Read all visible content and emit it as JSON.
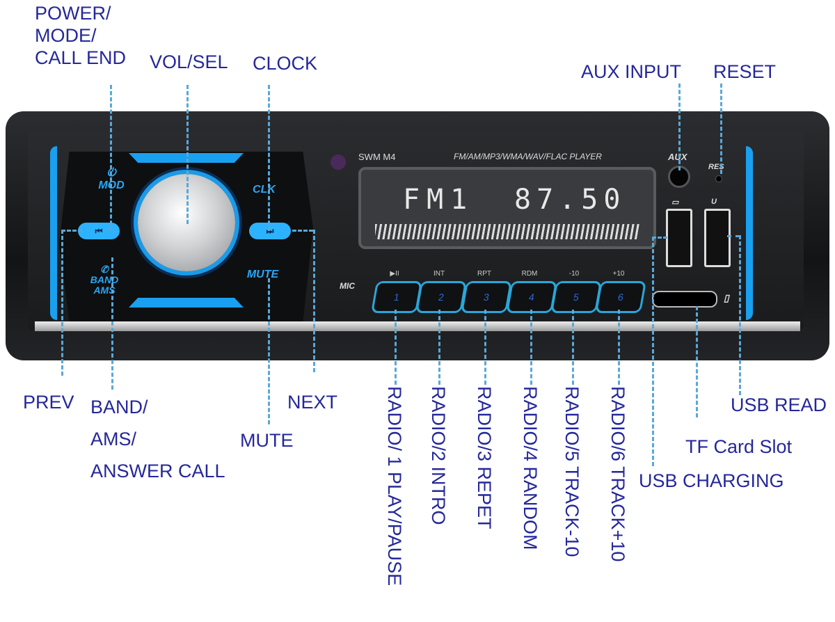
{
  "device": {
    "model": "SWM M4",
    "player_label": "FM/AM/MP3/WMA/WAV/FLAC  PLAYER",
    "display_band": "FM1",
    "display_freq": "87.50",
    "buttons": {
      "mod": "MOD",
      "clk": "CLK",
      "band": "BAND",
      "ams": "AMS",
      "mute": "MUTE",
      "prev": "⏮",
      "next": "⏭",
      "mic": "MIC",
      "aux": "AUX",
      "res": "RES",
      "usb_u": "U"
    },
    "preset_buttons": [
      {
        "num": "1",
        "top": "▶II"
      },
      {
        "num": "2",
        "top": "INT"
      },
      {
        "num": "3",
        "top": "RPT"
      },
      {
        "num": "4",
        "top": "RDM"
      },
      {
        "num": "5",
        "top": "-10"
      },
      {
        "num": "6",
        "top": "+10"
      }
    ],
    "accent_color": "#19a0f0"
  },
  "callouts": {
    "power": [
      "POWER/",
      "MODE/",
      "CALL END"
    ],
    "vol": "VOL/SEL",
    "clock": "CLOCK",
    "aux": "AUX INPUT",
    "reset": "RESET",
    "prev": "PREV",
    "band": [
      "BAND/",
      "AMS/",
      "ANSWER CALL"
    ],
    "mute": "MUTE",
    "next": "NEXT",
    "radio": [
      "RADIO/ 1  PLAY/PAUSE",
      "RADIO/2  INTRO",
      "RADIO/3  REPET",
      "RADIO/4  RANDOM",
      "RADIO/5  TRACK-10",
      "RADIO/6  TRACK+10"
    ],
    "usb_read": "USB READ",
    "tf": "TF Card Slot",
    "usb_charging": "USB CHARGING",
    "label_color": "#25279a"
  }
}
